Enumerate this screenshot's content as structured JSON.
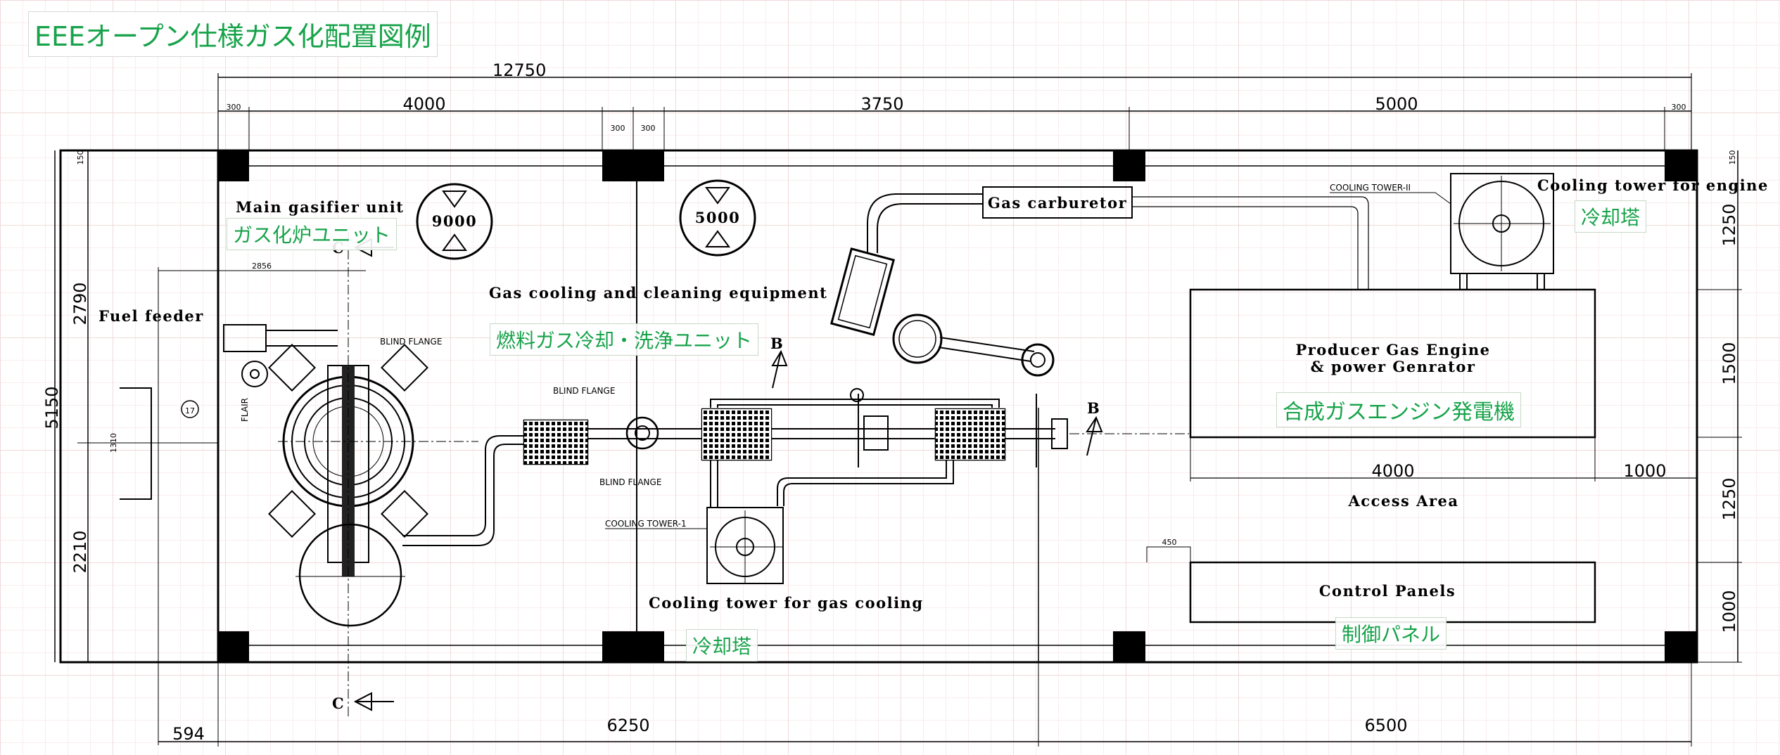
{
  "title": "EEEオープン仕様ガス化配置図例",
  "dimensions": {
    "overall_width": "12750",
    "seg1": "4000",
    "seg2": "3750",
    "seg3": "5000",
    "small_300_left": "300",
    "small_300_mid_a": "300",
    "small_300_mid_b": "300",
    "small_300_right": "300",
    "overall_height": "5150",
    "left_upper": "2790",
    "left_lower": "2210",
    "right_1250_top": "1250",
    "right_1500": "1500",
    "right_1250_bottom": "1250",
    "right_1000": "1000",
    "bottom_594": "594",
    "bottom_6250": "6250",
    "bottom_6500": "6500",
    "engine_4000": "4000",
    "engine_1000": "1000",
    "dim_2856": "2856",
    "dim_450": "450",
    "dim_1310": "1310",
    "corner_150_left": "150",
    "corner_150_right": "150"
  },
  "labels": {
    "main_gasifier_unit": "Main gasifier unit",
    "fuel_feeder": "Fuel feeder",
    "gas_cooling_cleaning": "Gas cooling and cleaning equipment",
    "gas_carburetor": "Gas carburetor",
    "cooling_tower_engine": "Cooling tower for engine",
    "producer_gas_engine_1": "Producer Gas Engine",
    "producer_gas_engine_2": "& power Genrator",
    "access_area": "Access Area",
    "control_panels": "Control Panels",
    "cooling_tower_gas": "Cooling tower for gas cooling",
    "cooling_tower_1": "COOLING TOWER-1",
    "cooling_tower_2": "COOLING TOWER-II",
    "blind_flange_1": "BLIND FLANGE",
    "blind_flange_2": "BLIND FLANGE",
    "blind_flange_3": "BLIND FLANGE",
    "flair": "FLAIR",
    "section_c_top": "C",
    "section_c_bottom": "C",
    "section_b_left": "B",
    "section_b_right": "B",
    "tank_9000": "9000",
    "tank_5000": "5000",
    "marker_17": "17"
  },
  "jp_labels": {
    "gasifier": "ガス化炉ユニット",
    "gas_cleaning": "燃料ガス冷却・洗浄ユニット",
    "cooling_tower_engine": "冷却塔",
    "engine": "合成ガスエンジン発電機",
    "control_panels": "制御パネル",
    "cooling_tower_gas": "冷却塔"
  },
  "colors": {
    "jp_text": "#17a34a",
    "lines": "#000000",
    "grid": "#f0dada"
  }
}
